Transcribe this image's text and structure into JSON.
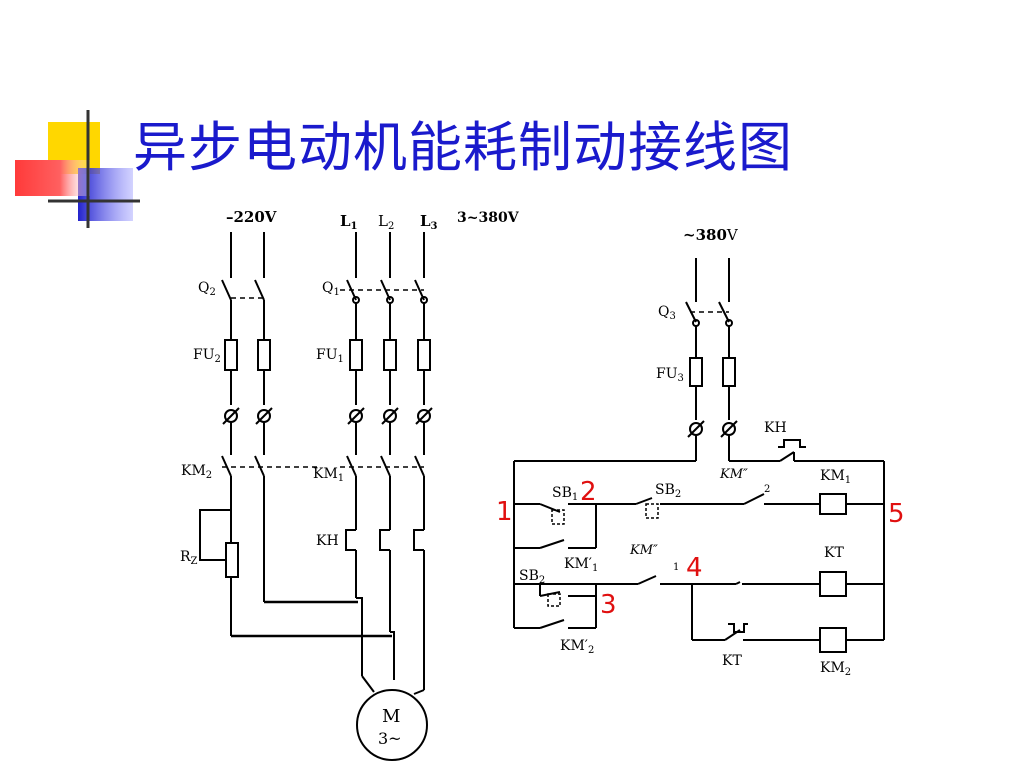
{
  "slide": {
    "title": "异步电动机能耗制动接线图"
  },
  "main_circuit": {
    "dc_supply_label": "–220V",
    "three_phase_label": "3~380V",
    "phase_labels": [
      "L",
      "L",
      "L"
    ],
    "phase_subscripts": [
      "1",
      "2",
      "3"
    ],
    "switches": {
      "q2": "Q",
      "q2_sub": "2",
      "q1": "Q",
      "q1_sub": "1"
    },
    "fuses": {
      "fu2": "FU",
      "fu2_sub": "2",
      "fu1": "FU",
      "fu1_sub": "1"
    },
    "contactors": {
      "km2": "KM",
      "km2_sub": "2",
      "km1": "KM",
      "km1_sub": "1"
    },
    "thermal_relay": "KH",
    "resistor": "R",
    "resistor_sub": "Z",
    "motor_label": "M",
    "motor_sub": "3~"
  },
  "control_circuit": {
    "supply_label": "~380",
    "supply_unit": "V",
    "switch": "Q",
    "switch_sub": "3",
    "fuse": "FU",
    "fuse_sub": "3",
    "kh": "KH",
    "km_dd_2": "KM″",
    "km_dd_2_idx": "2",
    "km_dd_1": "KM″",
    "km_dd_1_idx": "1",
    "sb1": "SB",
    "sb1_sub": "1",
    "sb2_top": "SB",
    "sb2_top_sub": "2",
    "sb2_left": "SB",
    "sb2_left_sub": "2",
    "km1_prime": "KM′",
    "km1_prime_sub": "1",
    "km2_prime": "KM′",
    "km2_prime_sub": "2",
    "coil_km1": "KM",
    "coil_km1_sub": "1",
    "coil_kt": "KT",
    "coil_km2": "KM",
    "coil_km2_sub": "2",
    "kt_contact": "KT"
  },
  "node_markers": [
    "1",
    "2",
    "3",
    "4",
    "5"
  ],
  "colors": {
    "title": "#1a1acc",
    "logo_yellow": "#ffd700",
    "logo_blue": "#2222cc",
    "logo_red": "#ff3a3a",
    "markers": "#e01010"
  }
}
